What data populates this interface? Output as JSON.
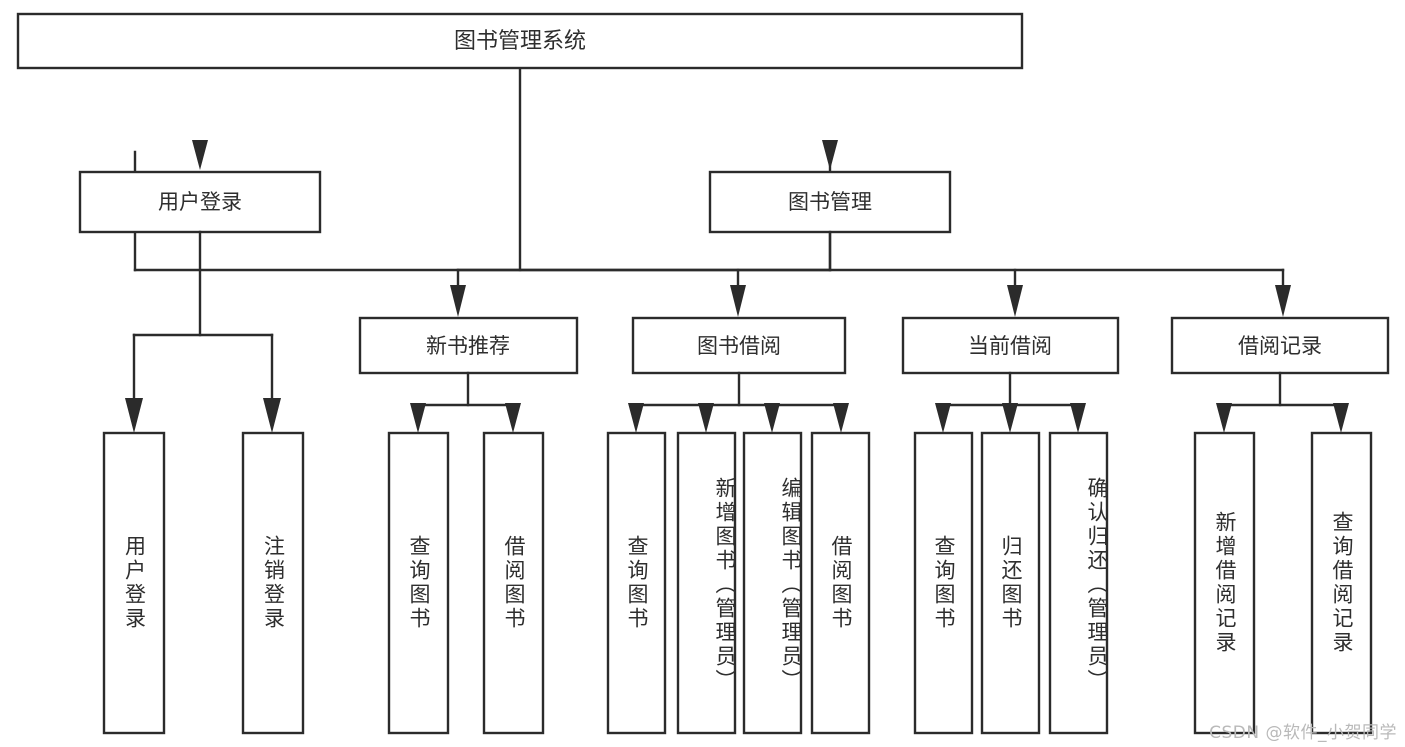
{
  "diagram": {
    "type": "hierarchy-tree",
    "title": "图书管理系统",
    "watermark": "CSDN @软件_小贺同学",
    "colors": {
      "stroke": "#2b2b2b",
      "box_fill": "#ffffff",
      "text": "#2e2e2e",
      "background": "#ffffff",
      "watermark": "#b9b9b9"
    },
    "root": {
      "label": "图书管理系统"
    },
    "level2": [
      {
        "label": "用户登录"
      },
      {
        "label": "图书管理"
      }
    ],
    "level3": [
      {
        "label": "新书推荐"
      },
      {
        "label": "图书借阅"
      },
      {
        "label": "当前借阅"
      },
      {
        "label": "借阅记录"
      }
    ],
    "leaves": {
      "user_login": [
        {
          "label": "用户登录"
        },
        {
          "label": "注销登录"
        }
      ],
      "new_book_recommend": [
        {
          "label": "查询图书"
        },
        {
          "label": "借阅图书"
        }
      ],
      "book_borrow": [
        {
          "label": "查询图书"
        },
        {
          "label": "新增图书（管理员）"
        },
        {
          "label": "编辑图书（管理员）"
        },
        {
          "label": "借阅图书"
        }
      ],
      "current_borrow": [
        {
          "label": "查询图书"
        },
        {
          "label": "归还图书"
        },
        {
          "label": "确认归还（管理员）"
        }
      ],
      "borrow_record": [
        {
          "label": "新增借阅记录"
        },
        {
          "label": "查询借阅记录"
        }
      ]
    }
  }
}
